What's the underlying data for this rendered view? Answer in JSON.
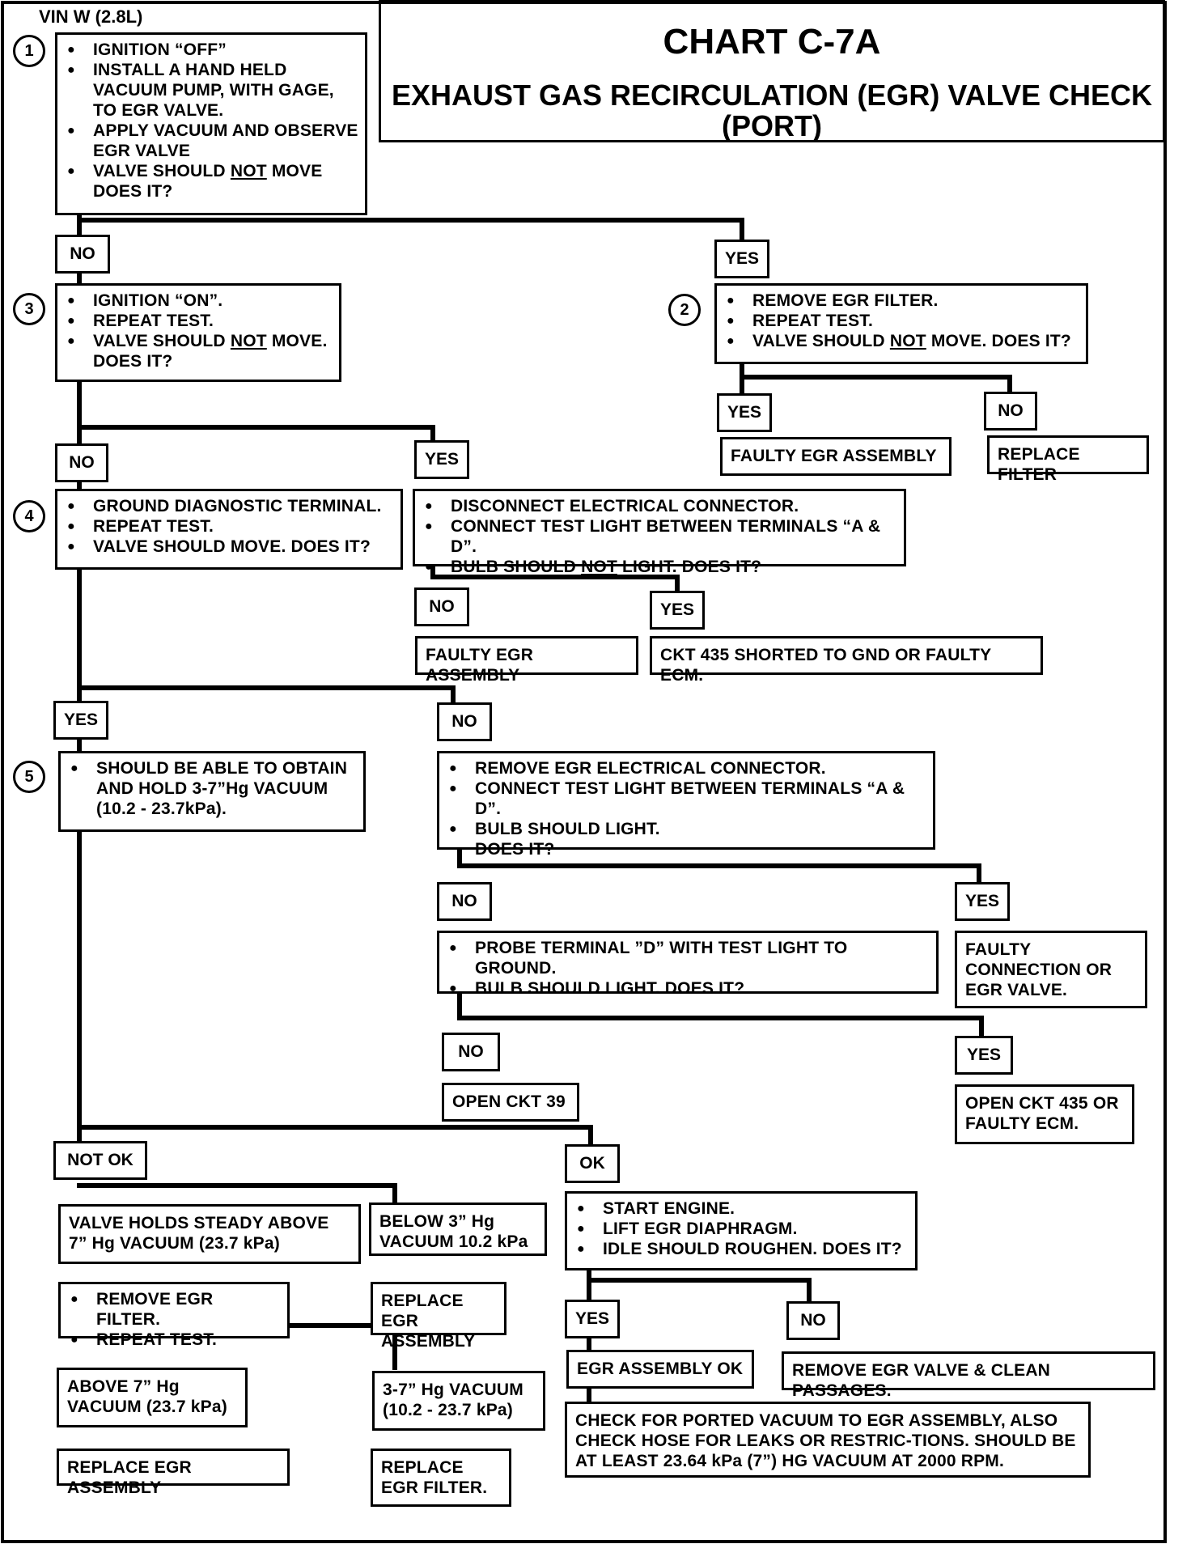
{
  "header": {
    "vin": "VIN W  (2.8L)",
    "title": "CHART C-7A",
    "subtitle": "EXHAUST GAS RECIRCULATION (EGR) VALVE CHECK (PORT)"
  },
  "steps": [
    "1",
    "2",
    "3",
    "4",
    "5"
  ],
  "boxes": {
    "s1": [
      "IGNITION “OFF”",
      "INSTALL A HAND HELD VACUUM PUMP, WITH GAGE, TO EGR VALVE.",
      "APPLY VACUUM AND OBSERVE EGR VALVE",
      "VALVE SHOULD ",
      "NOT",
      " MOVE DOES IT?"
    ],
    "s2": [
      "REMOVE EGR FILTER.",
      "REPEAT TEST.",
      "VALVE SHOULD ",
      "NOT",
      " MOVE.  DOES IT?"
    ],
    "s3": [
      "IGNITION “ON”.",
      "REPEAT TEST.",
      "VALVE SHOULD ",
      "NOT",
      " MOVE. DOES IT?"
    ],
    "s4": [
      "GROUND DIAGNOSTIC TERMINAL.",
      "REPEAT TEST.",
      "VALVE SHOULD MOVE.  DOES IT?"
    ],
    "s5": [
      "SHOULD BE ABLE TO OBTAIN AND HOLD 3-7”Hg VACUUM (10.2 - 23.7kPa)."
    ],
    "dc": [
      "DISCONNECT ELECTRICAL CONNECTOR.",
      "CONNECT TEST LIGHT BETWEEN TERMINALS “A & D”.",
      "BULB SHOULD ",
      "NOT",
      " LIGHT.  DOES IT?"
    ],
    "rc": [
      "REMOVE EGR ELECTRICAL CONNECTOR.",
      "CONNECT TEST LIGHT BETWEEN TERMINALS “A & D”.",
      "BULB SHOULD LIGHT.",
      "DOES IT?"
    ],
    "pr": [
      "PROBE TERMINAL ”D” WITH TEST LIGHT TO GROUND.",
      "BULB SHOULD LIGHT.  DOES IT?"
    ],
    "se": [
      "START ENGINE.",
      "LIFT EGR DIAPHRAGM.",
      "IDLE SHOULD ROUGHEN.  DOES IT?"
    ],
    "rf": [
      "REMOVE EGR FILTER.",
      "REPEAT TEST."
    ]
  },
  "results": {
    "faulty1": "FAULTY EGR ASSEMBLY",
    "replace_filter": "REPLACE FILTER",
    "faulty2": "FAULTY EGR ASSEMBLY",
    "ckt435": "CKT 435 SHORTED TO GND OR FAULTY ECM.",
    "faulty_conn": "FAULTY CONNECTION OR EGR VALVE.",
    "open39": "OPEN CKT 39",
    "open435": "OPEN CKT 435 OR FAULTY ECM.",
    "holds_above": "VALVE HOLDS STEADY ABOVE 7” Hg VACUUM (23.7 kPa)",
    "below3": "BELOW 3” Hg VACUUM 10.2 kPa",
    "replace_egr1": "REPLACE EGR ASSEMBLY",
    "above7": "ABOVE 7” Hg VACUUM (23.7 kPa)",
    "range37": "3-7” Hg VACUUM (10.2 - 23.7 kPa)",
    "replace_egr2": "REPLACE EGR ASSEMBLY",
    "replace_filter2": "REPLACE EGR FILTER.",
    "egr_ok": "EGR ASSEMBLY OK",
    "remove_clean": "REMOVE EGR VALVE & CLEAN PASSAGES.",
    "check_ported": "CHECK FOR PORTED VACUUM TO EGR ASSEMBLY, ALSO CHECK HOSE FOR LEAKS OR RESTRIC-TIONS.  SHOULD BE AT LEAST 23.64 kPa (7”) HG VACUUM AT 2000 RPM."
  },
  "labels": {
    "yes": "YES",
    "no": "NO",
    "ok": "OK",
    "not_ok": "NOT OK"
  }
}
